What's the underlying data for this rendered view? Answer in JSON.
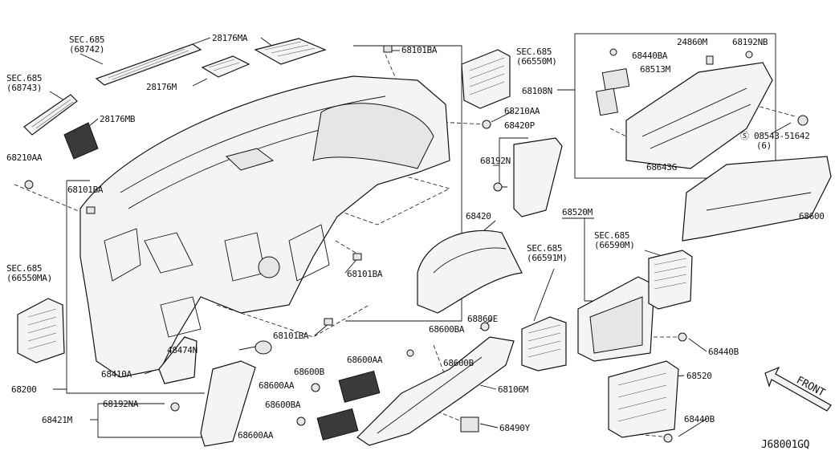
{
  "diagram": {
    "code": "J68001GQ",
    "front_label": "FRONT",
    "labels": {
      "sec685_68742": [
        "SEC.685",
        "(68742)"
      ],
      "sec685_68743": [
        "SEC.685",
        "(68743)"
      ],
      "sec685_66550m": [
        "SEC.685",
        "(66550M)"
      ],
      "sec685_66550ma": [
        "SEC.685",
        "(66550MA)"
      ],
      "sec685_66591m": [
        "SEC.685",
        "(66591M)"
      ],
      "sec685_66590m": [
        "SEC.685",
        "(66590M)"
      ],
      "p28176ma": "28176MA",
      "p28176m": "28176M",
      "p28176mb": "28176MB",
      "p68210aa_left": "68210AA",
      "p68101ba_top": "68101BA",
      "p68101ba_left": "68101BA",
      "p68101ba_mid": "68101BA",
      "p68101ba_bottom": "68101BA",
      "p68108n": "68108N",
      "p68440ba": "68440BA",
      "p24860m": "24860M",
      "p68192nb": "68192NB",
      "p68513m": "68513M",
      "p68210aa_right": "68210AA",
      "p68420p": "68420P",
      "p68192n": "68192N",
      "p08543": "Ⓢ 08543-51642",
      "p08543_qty": "(6)",
      "p68643g": "68643G",
      "p68600": "68600",
      "p68420": "68420",
      "p68520m": "68520M",
      "p68200": "68200",
      "p68410a": "68410A",
      "p48474n": "48474N",
      "p68860e": "68860E",
      "p68600ba_top": "68600BA",
      "p68600aa_top": "68600AA",
      "p68600b_left": "68600B",
      "p68600b_right": "68600B",
      "p68600aa_mid": "68600AA",
      "p68106m": "68106M",
      "p68600ba_bottom": "68600BA",
      "p68600aa_bottom": "68600AA",
      "p68490y": "68490Y",
      "p68192na": "68192NA",
      "p68421m": "68421M",
      "p68440b_top": "68440B",
      "p68520": "68520",
      "p68440b_bottom": "68440B"
    }
  }
}
